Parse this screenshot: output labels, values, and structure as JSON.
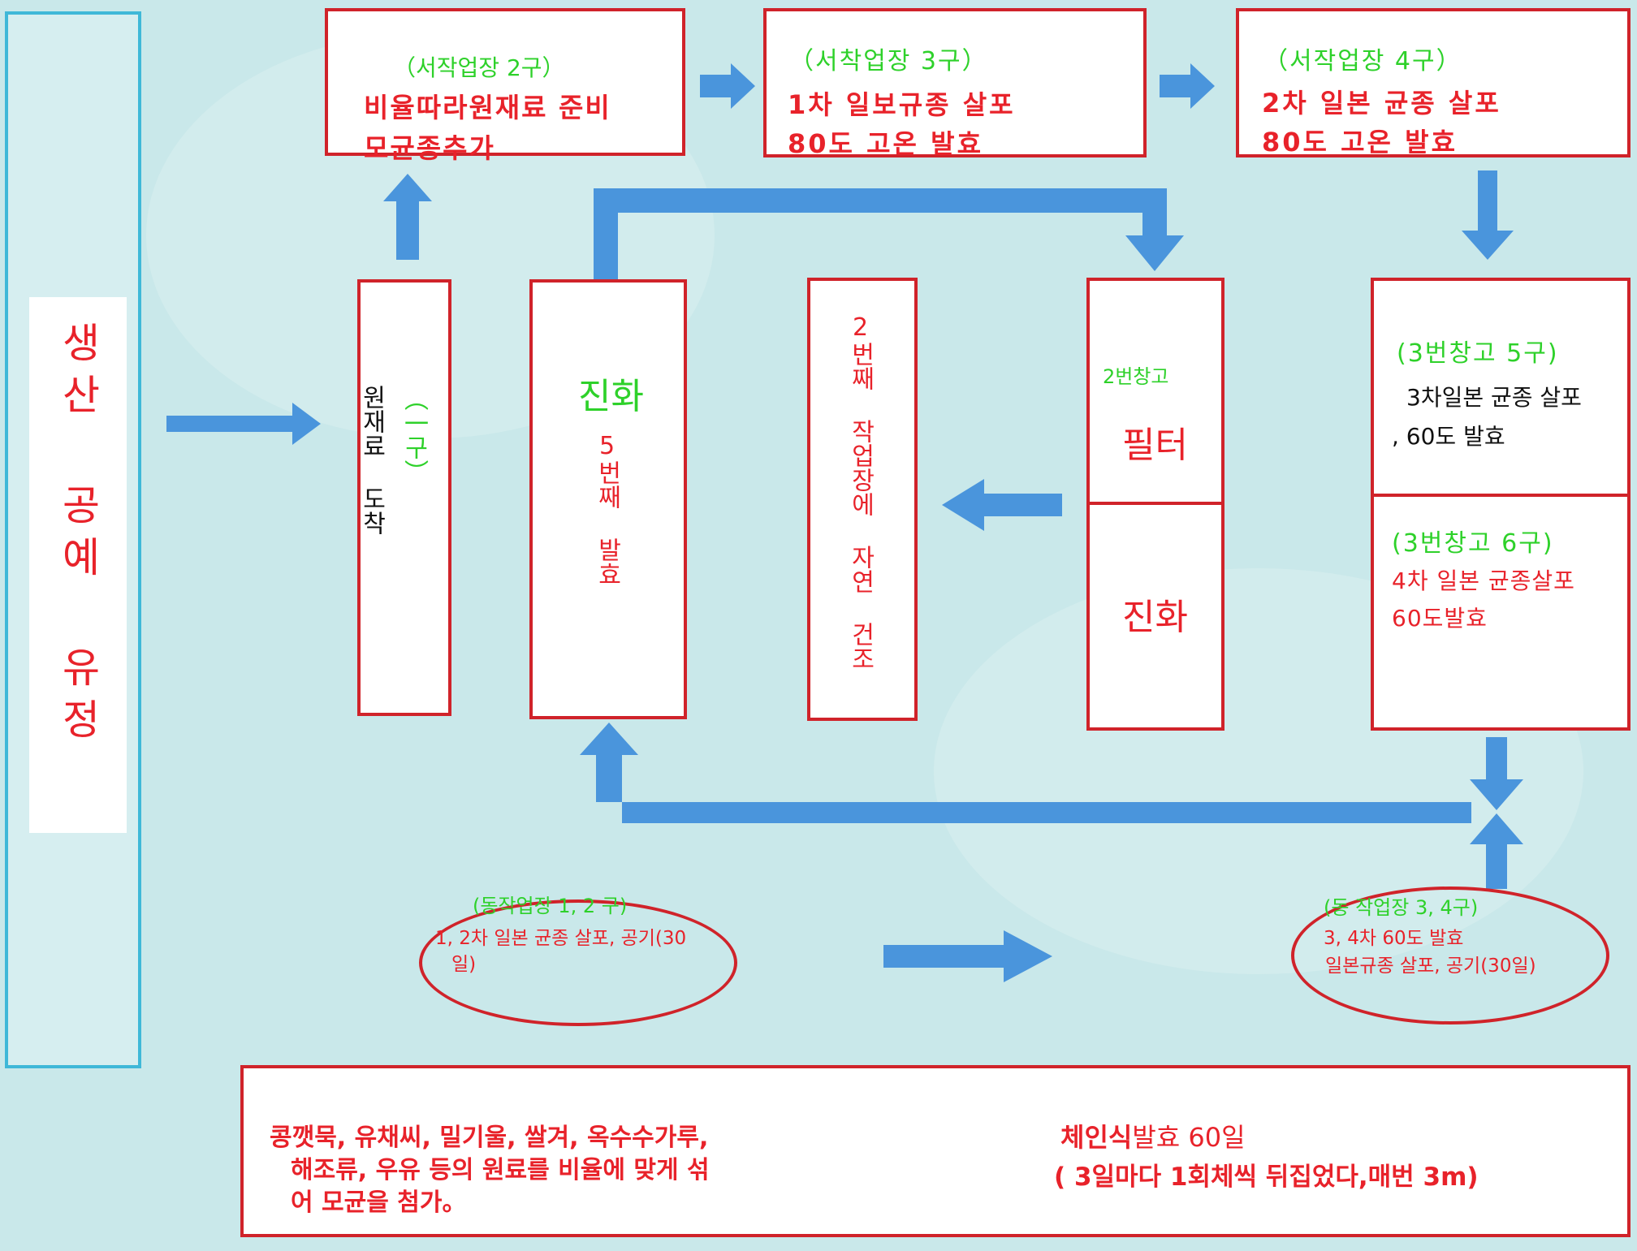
{
  "side_label": "생산 공예 유정",
  "colors": {
    "box_border": "#d0232a",
    "arrow": "#4a95dc",
    "side_border": "#3fb8d8",
    "red_text": "#e8222a",
    "green_text": "#2ed12a"
  },
  "boxes": {
    "box2": {
      "title": "（서작업장 2구）",
      "line1": "비율따라원재료 준비",
      "line2": "모균종추가"
    },
    "box3": {
      "title": "（서착업장 3구）",
      "line1": "1차 일보규종 살포",
      "line2": "80도 고온 발효"
    },
    "box4": {
      "title": "（서작업장 4구）",
      "line1": "2차 일본 균종 살포",
      "line2": "80도 고온 발효"
    },
    "box1": {
      "text": "원재료 도착",
      "zone": "（一구）"
    },
    "jinhwa1": {
      "title": "진화",
      "sub": "5번째 발효"
    },
    "dry": {
      "text": "2번째 작업장에 자연 건조"
    },
    "filter": {
      "label": "2번창고",
      "top": "필터",
      "bottom": "진화"
    },
    "box5": {
      "title": "(3번창고 5구)",
      "line1": "3차일본 균종 살포",
      "line2": ", 60도 발효"
    },
    "box6": {
      "title": "(3번창고 6구)",
      "line1": "4차 일본 균종살포",
      "line2": "60도발효"
    }
  },
  "ellipses": {
    "left": {
      "title": "(동작업장 1, 2 구)",
      "line1": "1, 2차 일본 균종 살포, 공기(30",
      "line2": "일)"
    },
    "right": {
      "title": "(동 작업장 3, 4구)",
      "line1": "3, 4차 60도 발효",
      "line2": "일본규종 살포, 공기(30일)"
    }
  },
  "bottom": {
    "left_line1": "콩깻묵, 유채씨, 밀기울, 쌀겨, 옥수수가루,",
    "left_line2": "해조류, 우유 등의 원료를 비율에 맞게 섞",
    "left_line3": "어 모균을 첨가。",
    "right_bold": "체인식",
    "right_rest": "발효 60일",
    "right_line2": "( 3일마다 1회체씩 뒤집었다,매번 3m)"
  }
}
